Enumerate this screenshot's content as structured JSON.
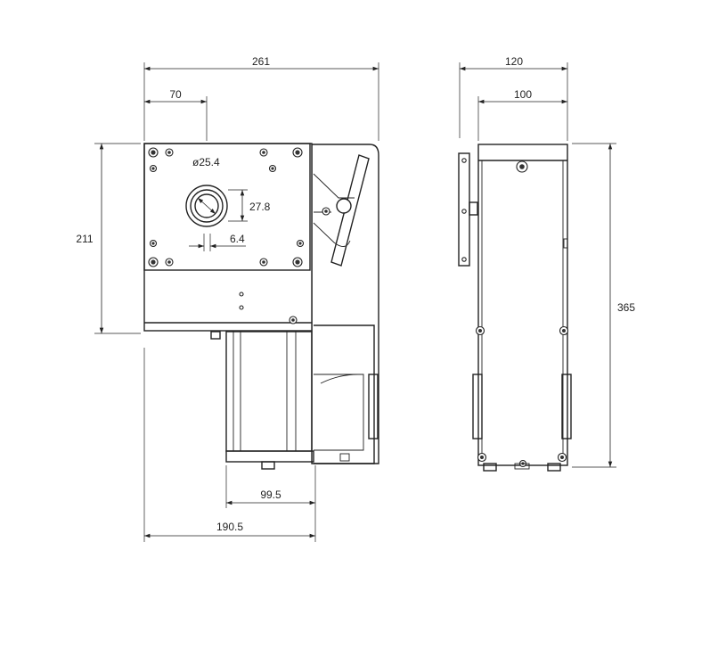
{
  "dimensions": {
    "front_width": "261",
    "front_offset": "70",
    "front_height": "211",
    "shaft_diameter": "ø25.4",
    "shaft_key_height": "27.8",
    "shaft_key_width": "6.4",
    "base_width": "99.5",
    "base_offset": "190.5",
    "side_width": "120",
    "side_inner_width": "100",
    "side_height": "365"
  },
  "colors": {
    "line": "#222222",
    "background": "#ffffff"
  }
}
